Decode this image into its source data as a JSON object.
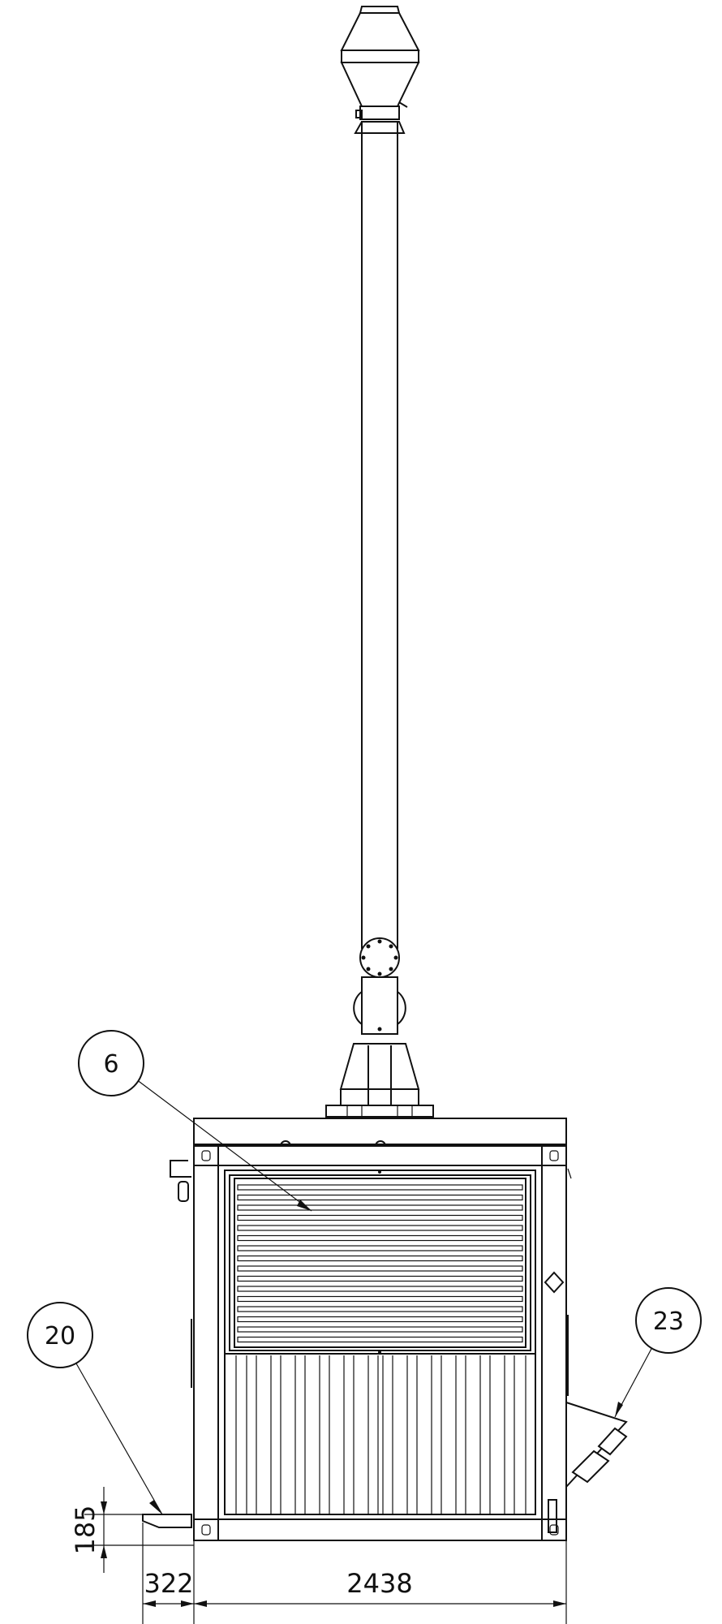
{
  "balloons": [
    {
      "id": "b6",
      "label": "6"
    },
    {
      "id": "b20",
      "label": "20"
    },
    {
      "id": "b23",
      "label": "23"
    }
  ],
  "dimensions": {
    "height_185": "185",
    "width_322": "322",
    "width_2438": "2438"
  }
}
